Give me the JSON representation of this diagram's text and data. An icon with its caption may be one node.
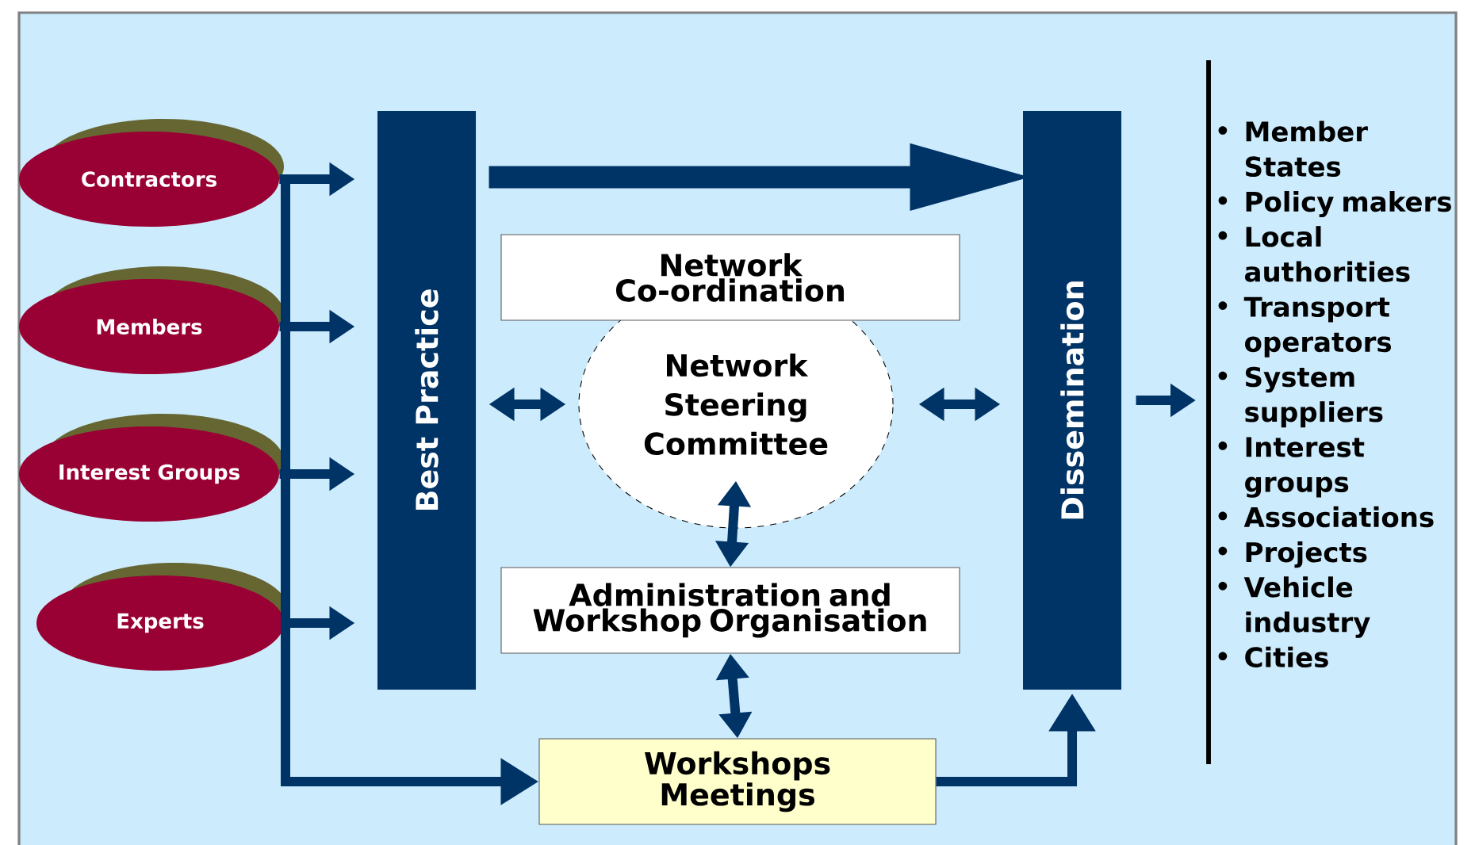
{
  "diagram": {
    "nodes": [
      {
        "text": [
          "Contractors"
        ]
      },
      {
        "text": [
          "Members"
        ]
      },
      {
        "text": [
          "Interest Groups"
        ]
      },
      {
        "text": [
          "Experts"
        ]
      },
      {
        "text": [
          "Best Practice"
        ]
      },
      {
        "text": [
          "Network Co-ordination"
        ]
      },
      {
        "text": [
          "Network Steering Committee"
        ]
      },
      {
        "text": [
          "Administration and Workshop Organisation"
        ]
      },
      {
        "text": [
          "Workshops Meetings"
        ]
      },
      {
        "text": [
          "Dissemination"
        ]
      },
      {
        "text": [
          "Member States",
          "Policy makers",
          "Local authorities",
          "Transport operators",
          "System suppliers",
          "Interest groups",
          "Associations",
          "Projects",
          "Vehicle industry",
          "Cities"
        ]
      }
    ],
    "edges": [
      {
        "from": 0,
        "to": 4,
        "arrow": "to"
      },
      {
        "from": 1,
        "to": 4,
        "arrow": "to"
      },
      {
        "from": 2,
        "to": 4,
        "arrow": "to"
      },
      {
        "from": 3,
        "to": 4,
        "arrow": "to"
      },
      {
        "from": 0,
        "to": 8,
        "arrow": "to"
      },
      {
        "from": 4,
        "to": 9,
        "arrow": "to",
        "style": "thick"
      },
      {
        "from": 4,
        "to": 6,
        "arrow": "both"
      },
      {
        "from": 6,
        "to": 9,
        "arrow": "both"
      },
      {
        "from": 6,
        "to": 7,
        "arrow": "both"
      },
      {
        "from": 7,
        "to": 8,
        "arrow": "both"
      },
      {
        "from": 8,
        "to": 9,
        "arrow": "to"
      },
      {
        "from": 9,
        "to": 10,
        "arrow": "to"
      }
    ]
  }
}
